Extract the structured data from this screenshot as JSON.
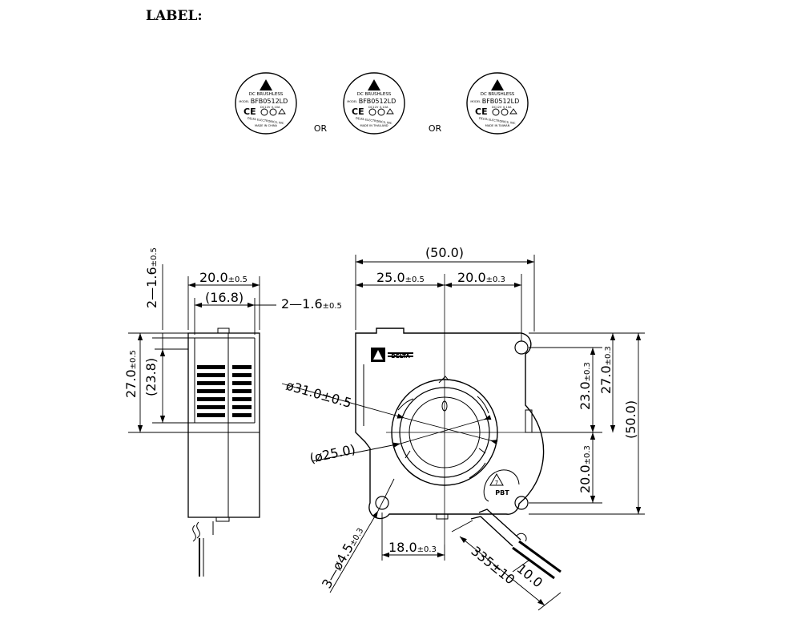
{
  "header": {
    "label_title": "LABEL:"
  },
  "labels": {
    "line1": "DC BRUSHLESS",
    "model_prefix": "MODEL",
    "model": "BFB0512LD",
    "rating_v": "DC12V",
    "rating_a": "0.10A",
    "ce_mark": "CE",
    "maker_a": "DELTA ELECTRONICS, INC.",
    "origin_a": "MADE IN CHINA",
    "maker_b": "DELTA ELECTRONICS, INC.",
    "origin_b": "MADE IN THAILAND",
    "maker_c": "DELTA ELECTRONICS, INC.",
    "origin_c": "MADE IN TAIWAN",
    "separator_1": "OR",
    "separator_2": "OR"
  },
  "side_view": {
    "dim_hole_top": "2—1.6",
    "dim_hole_top_tol": "±0.5",
    "dim_width": "20.0",
    "dim_width_tol": "±0.5",
    "dim_inner_width": "(16.8)",
    "dim_hole_side": "2—1.6",
    "dim_hole_side_tol": "±0.5",
    "dim_height": "27.0",
    "dim_height_tol": "±0.5",
    "dim_inner_height": "(23.8)"
  },
  "front_view": {
    "dim_overall_width": "(50.0)",
    "dim_left_to_center": "25.0",
    "dim_left_to_center_tol": "±0.5",
    "dim_center_to_hole": "20.0",
    "dim_center_to_hole_tol": "±0.3",
    "dim_diameter_outer": "ø31.0±0.5",
    "dim_diameter_inner": "(ø25.0)",
    "dim_hole_to_center_v": "23.0",
    "dim_hole_to_center_v_tol": "±0.3",
    "dim_hole_to_center_v2": "27.0",
    "dim_hole_to_center_v2_tol": "±0.3",
    "dim_overall_height": "(50.0)",
    "dim_center_to_bottom_hole": "20.0",
    "dim_center_to_bottom_hole_tol": "±0.3",
    "dim_holes": "3—ø4.5",
    "dim_holes_tol": "±0.3",
    "dim_hole_spacing": "18.0",
    "dim_hole_spacing_tol": "±0.3",
    "dim_lead_length": "335±10",
    "dim_lead_strip": "10.0",
    "brand": "DELTA",
    "recycle_code": "7",
    "recycle_material": "PBT"
  }
}
